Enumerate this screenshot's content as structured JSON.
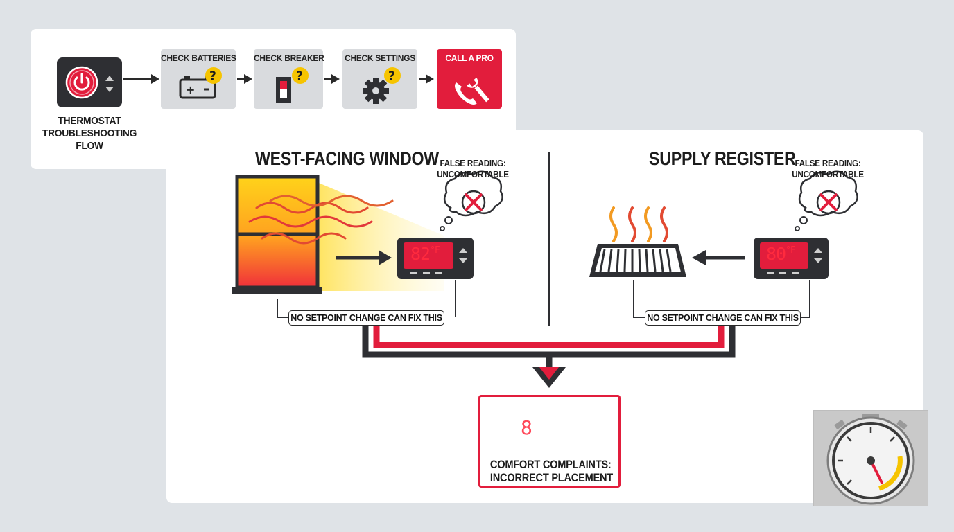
{
  "flow": {
    "title_lines": [
      "THERMOSTAT",
      "TROUBLESHOOTING",
      "FLOW"
    ],
    "steps": [
      {
        "label": "CHECK BATTERIES",
        "icon": "battery-icon"
      },
      {
        "label": "CHECK BREAKER",
        "icon": "breaker-switch-icon"
      },
      {
        "label": "CHECK SETTINGS",
        "icon": "gear-icon"
      },
      {
        "label": "CALL A PRO",
        "icon": "phone-wrench-icon"
      }
    ]
  },
  "left_scenario": {
    "title": "WEST-FACING WINDOW",
    "false_reading_lines": [
      "FALSE READING:",
      "UNCOMFORTABLE"
    ],
    "temp": "82",
    "unit": "°F",
    "note": "NO SETPOINT CHANGE CAN FIX THIS"
  },
  "right_scenario": {
    "title": "SUPPLY REGISTER",
    "false_reading_lines": [
      "FALSE READING:",
      "UNCOMFORTABLE"
    ],
    "temp": "80",
    "unit": "°F",
    "note": "NO SETPOINT CHANGE CAN FIX THIS"
  },
  "result": {
    "lines": [
      "COMFORT COMPLAINTS:",
      "INCORRECT PLACEMENT"
    ],
    "temp": "8"
  },
  "colors": {
    "accent_red": "#e21d3c",
    "dark": "#2e2f33",
    "sun_yellow": "#f6c400",
    "panel_bg": "#ffffff",
    "page_bg": "#dfe3e7"
  }
}
